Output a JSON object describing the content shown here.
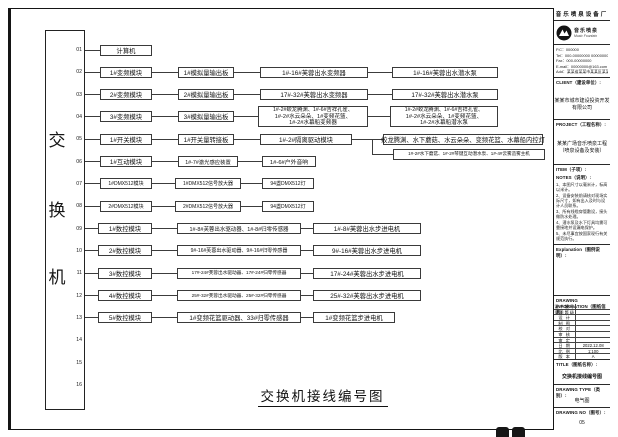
{
  "drawing": {
    "main_title": "交换机接线编号图"
  },
  "switch": {
    "chars": [
      "交",
      "换",
      "机"
    ],
    "ports": [
      "01",
      "02",
      "03",
      "04",
      "05",
      "06",
      "07",
      "08",
      "09",
      "10",
      "11",
      "12",
      "13",
      "14",
      "15",
      "16"
    ]
  },
  "diagram": {
    "rows": [
      {
        "port": "01",
        "boxes": [
          "计算机"
        ]
      },
      {
        "port": "02",
        "boxes": [
          "1#变频模块",
          "1#模拟量输出板",
          "1#-16#芙蓉出水变频器",
          "1#-16#芙蓉出水潜水泵"
        ]
      },
      {
        "port": "03",
        "boxes": [
          "2#变频模块",
          "2#模拟量输出板",
          "17#-32#芙蓉出水变频器",
          "17#-32#芙蓉出水潜水泵"
        ]
      },
      {
        "port": "04",
        "boxes": [
          "3#变频模块",
          "3#模拟量输出板",
          {
            "lines": [
              "1#-2#蛟龙腾渊、1#-6#吉祥孔雀、",
              "1#-2#水云朵朵、1#变频花篮、",
              "1#-2#水幕船变频器"
            ]
          },
          {
            "lines": [
              "1#-2#蛟龙腾渊、1#-6#吉祥孔雀、",
              "1#-2#水云朵朵、1#变频花篮、",
              "1#-2#水幕船潜水泵"
            ]
          }
        ]
      },
      {
        "port": "05",
        "boxes": [
          "1#开关模块",
          "1#开关量转接板",
          "1#-2#隔离驱动模块"
        ],
        "branch": [
          "蛟龙腾渊、水下蘑菇、水云朵朵、变频花篮、水幕船内控灯",
          "1#-2#水下蘑菇、1#-2#琴键互动潜水泵、1#-4#云雾造雾主机"
        ]
      },
      {
        "port": "06",
        "boxes": [
          "1#互动模块",
          "1#-7#激光感应装置",
          "1#-6#户外音响"
        ]
      },
      {
        "port": "07",
        "boxes": [
          "1#DMX512模块",
          "1#DMX512信号放大器",
          "94盏DMX512灯"
        ]
      },
      {
        "port": "08",
        "boxes": [
          "2#DMX512模块",
          "2#DMX512信号放大器",
          "94盏DMX512灯"
        ]
      },
      {
        "port": "09",
        "boxes": [
          "1#数控模块",
          "1#-8#芙蓉出水驱动器、1#-8#归零传感器",
          "1#-8#芙蓉出水步进电机"
        ]
      },
      {
        "port": "10",
        "boxes": [
          "2#数控模块",
          "9#-16#芙蓉出水驱动器、9#-16#归零传感器",
          "9#-16#芙蓉出水步进电机"
        ]
      },
      {
        "port": "11",
        "boxes": [
          "3#数控模块",
          "17#-24#芙蓉出水驱动器、17#-24#归零传感器",
          "17#-24#芙蓉出水步进电机"
        ]
      },
      {
        "port": "12",
        "boxes": [
          "4#数控模块",
          "25#-32#芙蓉出水驱动器、25#-32#归零传感器",
          "25#-32#芙蓉出水步进电机"
        ]
      },
      {
        "port": "13",
        "boxes": [
          "5#数控模块",
          "1#变频花篮驱动器、33#归零传感器",
          "1#变频花篮步进电机"
        ]
      },
      {
        "port": "14",
        "boxes": []
      },
      {
        "port": "15",
        "boxes": []
      },
      {
        "port": "16",
        "boxes": []
      }
    ]
  },
  "titleblock": {
    "factory_name": "音乐喷泉设备厂",
    "company_cn": "音乐喷泉",
    "company_en": "Music Fountain",
    "contact": [
      "P.C：000000",
      "Tel：000-00000000  00000000000",
      "Fax：000-00000000",
      "E-mail：00000000@163.com",
      "Add：某某省某某市某某区某某路00号"
    ],
    "client_label": "CLIENT（建设单位）:",
    "client_value": "某某市城市建设投资开发有限公司",
    "project_label": "PROJECT（工程名称）:",
    "project_value_1": "某某广场音乐喷泉工程",
    "project_value_2": "（喷泉设备及安装）",
    "item_label": "ITEM（子项）:",
    "notes_label": "NOTES（说明）:",
    "notes": [
      "1、本图尺寸以毫米计，标高以米计。",
      "2、设备安装前请核对现场实际尺寸，如有出入及时与设计人员联系。",
      "3、所有线缆穿管敷设，接头做防水处理。",
      "4、潜水泵及水下灯具均需可靠接地并设漏电保护。",
      "5、未尽事宜按国家现行有关规范执行。"
    ],
    "explanation_label": "Explanation（图例说明）:",
    "drawing_info_label": "DRAWING INFORMATION（图纸信息）:",
    "info_rows": [
      [
        "证书编号",
        ""
      ],
      [
        "资质等级",
        ""
      ],
      [
        "设  计",
        ""
      ],
      [
        "制  图",
        ""
      ],
      [
        "校  对",
        ""
      ],
      [
        "审  核",
        ""
      ],
      [
        "审  定",
        ""
      ],
      [
        "日  期",
        "2022.12.08"
      ],
      [
        "比  例",
        "1:100"
      ],
      [
        "版  本",
        "A"
      ]
    ],
    "title_label": "TITLE（图纸名称）:",
    "title_value": "交换机接线编号图",
    "type_label": "DRAWING TYPE（类别）:",
    "type_value": "电气图",
    "no_label": "DRAWING NO（图号）:",
    "no_value": "05"
  },
  "colors": {
    "line": "#3c3c3c",
    "frame": "#151515",
    "background": "#ffffff"
  }
}
